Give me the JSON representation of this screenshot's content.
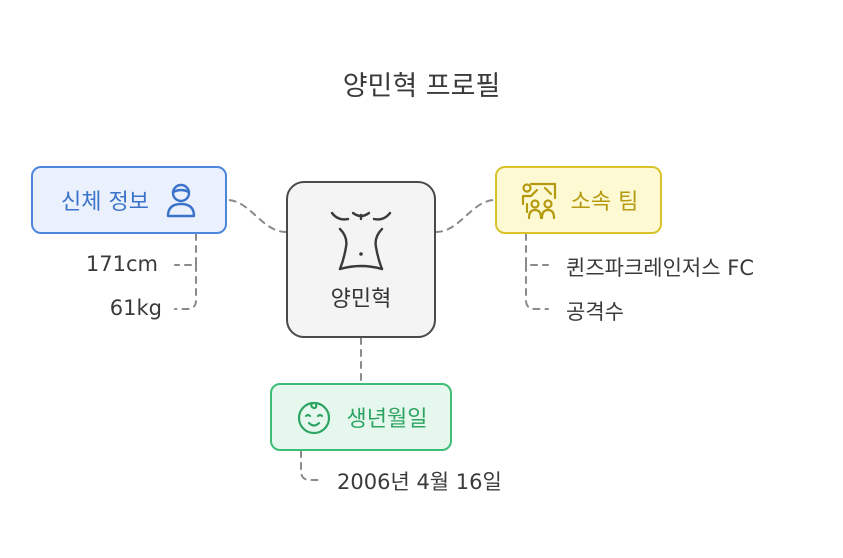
{
  "title": "양민혁 프로필",
  "center": {
    "label": "양민혁",
    "icon": "torso-icon"
  },
  "body_info": {
    "label": "신체 정보",
    "icon": "person-icon",
    "color": "#4d86db",
    "items": [
      "171cm",
      "61kg"
    ]
  },
  "team": {
    "label": "소속 팀",
    "icon": "team-icon",
    "color": "#d8c32a",
    "items": [
      "퀸즈파크레인저스 FC",
      "공격수"
    ]
  },
  "birth": {
    "label": "생년월일",
    "icon": "baby-face-icon",
    "color": "#3dbd75",
    "items": [
      "2006년 4월 16일"
    ]
  }
}
